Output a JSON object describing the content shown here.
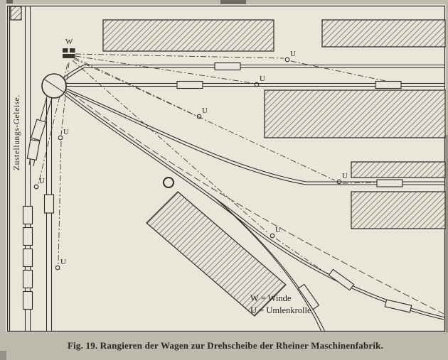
{
  "figure": {
    "caption": "Fig. 19.  Rangieren der Wagen zur Drehscheibe der Rheiner Maschinenfabrik.",
    "left_track_label": "Zustellungs-Geleise.",
    "winch_label": "W",
    "pulley_label": "U",
    "legend": [
      "W  =  Winde",
      "U  =  Umlenkrolle"
    ]
  },
  "colors": {
    "paper": "#bdb9ac",
    "figure_background": "#e9e6da",
    "ink": "#2b2a26",
    "hatch_line": "#45433c"
  }
}
